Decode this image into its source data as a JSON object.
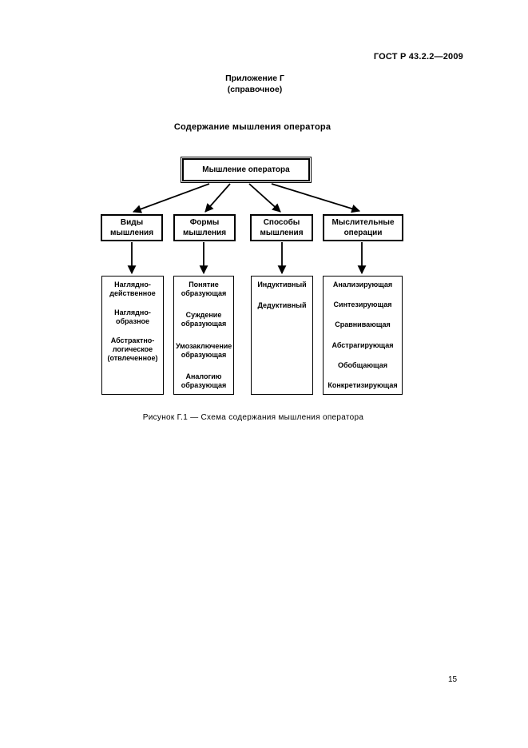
{
  "doc": {
    "standard_ref": "ГОСТ Р 43.2.2—2009",
    "appendix": {
      "name": "Приложение Г",
      "type": "(справочное)"
    },
    "title": "Содержание мышления оператора",
    "figure_caption": "Рисунок Г.1 — Схема содержания мышления оператора",
    "page_number": "15"
  },
  "diagram": {
    "root": {
      "label": "Мышление оператора"
    },
    "branches": [
      {
        "label": "Виды мышления",
        "items": [
          "Наглядно-действенное",
          "Наглядно-образное",
          "Абстрактно-логическое (отвлеченное)"
        ]
      },
      {
        "label": "Формы мышления",
        "items": [
          "Понятие образующая",
          "Суждение образующая",
          "Умозаключение образующая",
          "Аналогию образующая"
        ]
      },
      {
        "label": "Способы мышления",
        "items": [
          "Индуктивный",
          "Дедуктивный"
        ]
      },
      {
        "label": "Мыслительные операции",
        "items": [
          "Анализирующая",
          "Синтезирующая",
          "Сравнивающая",
          "Абстрагирующая",
          "Обобщающая",
          "Конкретизирующая"
        ]
      }
    ],
    "colors": {
      "ink": "#000000",
      "paper": "#ffffff"
    }
  }
}
